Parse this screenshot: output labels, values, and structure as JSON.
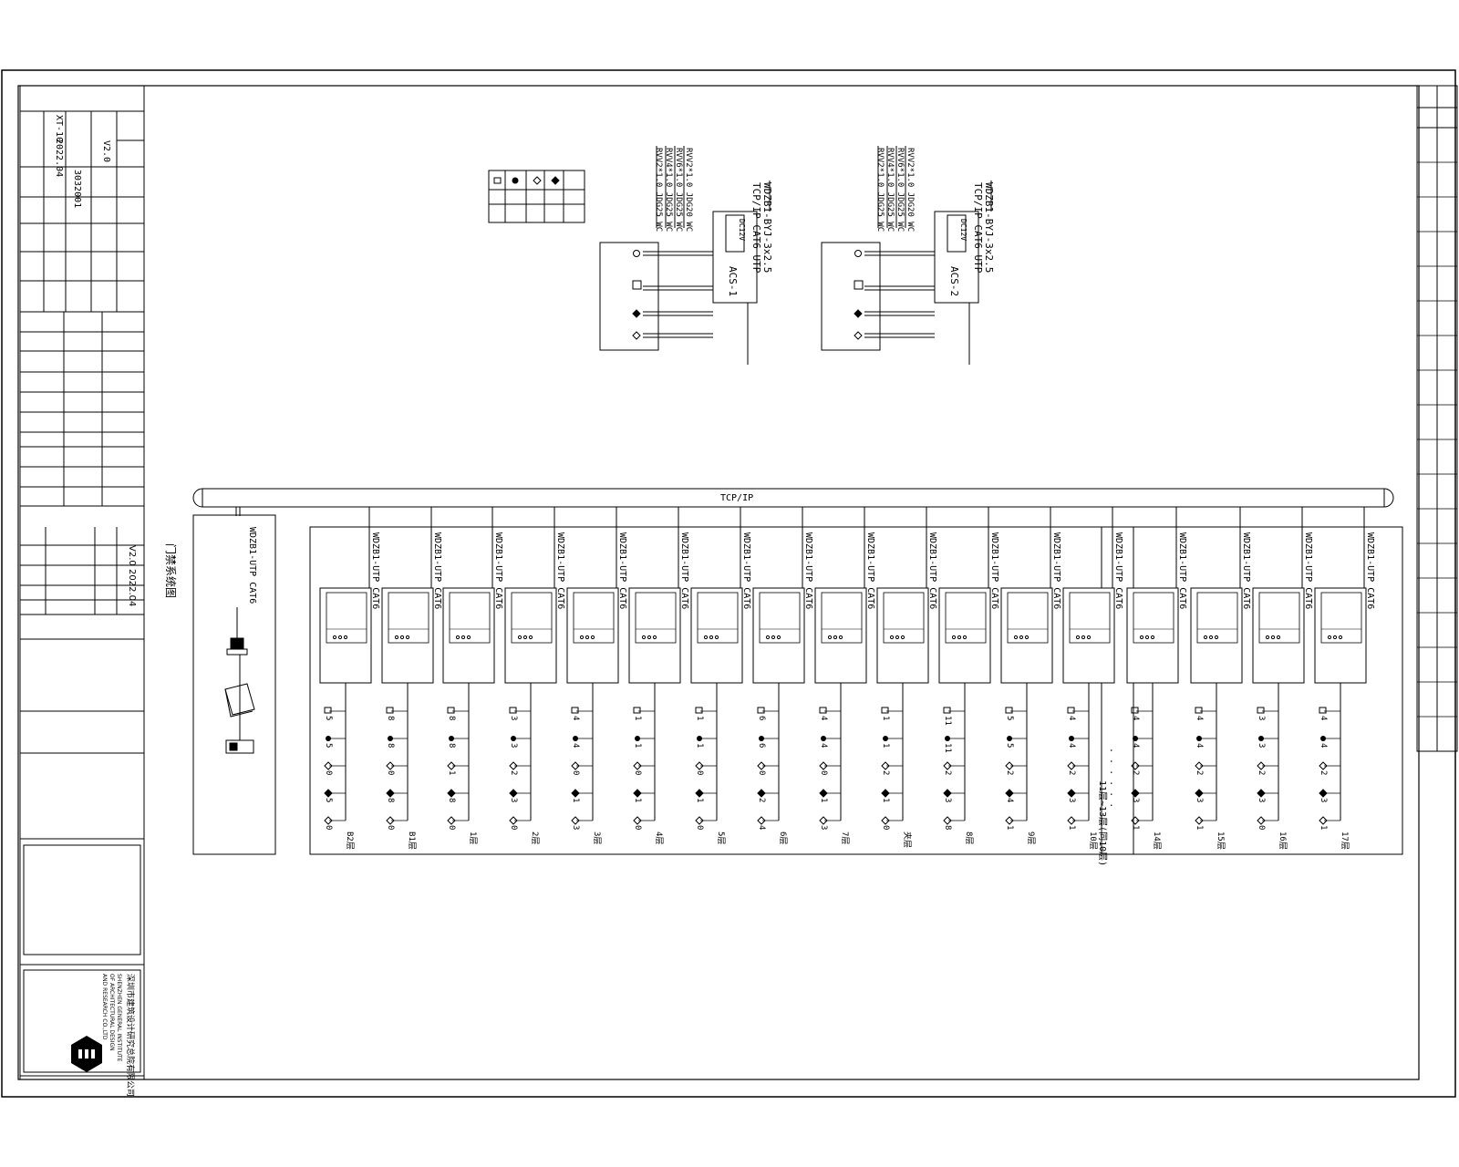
{
  "drawing": {
    "title": "门禁系统图",
    "drawing_no": "XT-10",
    "version": "V2.0",
    "date": "2022.04",
    "project_code": "3032001"
  },
  "company": {
    "name_cn": "深圳市建筑设计研究总院有限公司",
    "name_en_1": "SHENZHEN GENERAL INSTITUTE",
    "name_en_2": "OF ARCHITECTURAL DESIGN",
    "name_en_3": "AND RESEARCH CO.,LTD"
  },
  "diagram": {
    "bus_label": "TCP/IP",
    "bus_note": "",
    "riser_cable": "WDZB1-UTP CAT6",
    "control_room": {
      "cable": "WDZB1-UTP CAT6",
      "devices": [
        "",
        "",
        ""
      ],
      "caption": ""
    },
    "floors": [
      {
        "name": "B2层",
        "counts": [
          "5",
          "5",
          "0",
          "5",
          "0"
        ]
      },
      {
        "name": "B1层",
        "counts": [
          "8",
          "8",
          "0",
          "8",
          "0"
        ]
      },
      {
        "name": "1层",
        "counts": [
          "8",
          "8",
          "1",
          "8",
          "0"
        ]
      },
      {
        "name": "2层",
        "counts": [
          "3",
          "3",
          "2",
          "3",
          "0"
        ]
      },
      {
        "name": "3层",
        "counts": [
          "4",
          "4",
          "0",
          "1",
          "3"
        ]
      },
      {
        "name": "4层",
        "counts": [
          "1",
          "1",
          "0",
          "1",
          "0"
        ]
      },
      {
        "name": "5层",
        "counts": [
          "1",
          "1",
          "0",
          "1",
          "0"
        ]
      },
      {
        "name": "6层",
        "counts": [
          "6",
          "6",
          "0",
          "2",
          "4"
        ]
      },
      {
        "name": "7层",
        "counts": [
          "4",
          "4",
          "0",
          "1",
          "3"
        ]
      },
      {
        "name": "夹层",
        "counts": [
          "1",
          "1",
          "2",
          "1",
          "0"
        ]
      },
      {
        "name": "8层",
        "counts": [
          "11",
          "11",
          "2",
          "3",
          "8"
        ]
      },
      {
        "name": "9层",
        "counts": [
          "5",
          "5",
          "2",
          "4",
          "1"
        ]
      },
      {
        "name": "10层",
        "counts": [
          "4",
          "4",
          "2",
          "3",
          "1"
        ]
      },
      {
        "name": "14层",
        "counts": [
          "4",
          "4",
          "2",
          "3",
          "1"
        ]
      },
      {
        "name": "15层",
        "counts": [
          "4",
          "4",
          "2",
          "3",
          "1"
        ]
      },
      {
        "name": "16层",
        "counts": [
          "3",
          "3",
          "2",
          "3",
          "0"
        ]
      },
      {
        "name": "17层",
        "counts": [
          "4",
          "4",
          "2",
          "3",
          "1"
        ]
      }
    ],
    "controller": {
      "line1": "",
      "line2": "",
      "power": "",
      "module": ""
    },
    "gap_label": "11层~13层(同10层)",
    "gap_dots": ". . .   . . .",
    "frame_caption": ""
  },
  "details": [
    {
      "id": "ACS-1",
      "title_line": "WDZB1-BYJ-3x2.5",
      "sub_line": "TCP/IP CAT6 UTP",
      "dc_label": "DC12V",
      "cables": [
        "RVV2*1.0 JDG20 WC",
        "RVV6*1.0 JDG25 WC",
        "RVV4*1.0 JDG25 WC",
        "RVV2*1.0 JDG25 WC"
      ],
      "box_label": "",
      "devices": [
        "",
        "",
        "",
        ""
      ]
    },
    {
      "id": "ACS-2",
      "title_line": "WDZB1-BYJ-3x2.5",
      "sub_line": "TCP/IP CAT6 UTP",
      "dc_label": "DC12V",
      "cables": [
        "RVV2*1.0 JDG20 WC",
        "RVV6*1.0 JDG25 WC",
        "RVV4*1.0 JDG25 WC",
        "RVV2*1.0 JDG25 WC"
      ],
      "box_label": "",
      "devices": [
        "",
        "",
        "",
        ""
      ]
    }
  ],
  "legend": {
    "title": "",
    "rows": [
      {
        "name": ""
      },
      {
        "name": ""
      },
      {
        "name": ""
      },
      {
        "name": ""
      },
      {
        "name": ""
      }
    ]
  },
  "notes": {
    "title": "",
    "lines": [
      "",
      "",
      "",
      "",
      "",
      "",
      "",
      "",
      ""
    ]
  },
  "title_block": {
    "cells": [
      "",
      "",
      "",
      "",
      "",
      "",
      "",
      "",
      "",
      "",
      "",
      "",
      ""
    ]
  },
  "sign_column": {
    "cells": [
      "",
      "",
      "",
      "",
      "",
      "",
      "",
      "",
      "",
      "",
      "",
      "",
      "",
      "",
      "",
      "",
      "",
      ""
    ]
  }
}
